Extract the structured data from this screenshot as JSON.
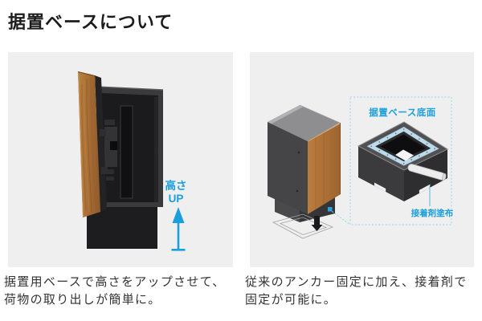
{
  "title": "据置ベースについて",
  "colors": {
    "accent_blue": "#1b9fdc",
    "callout_border_blue": "#90d2f0",
    "panel_background": "#efefef",
    "wood_brown": "#ab6f3a",
    "cabinet_dark": "#3a3a3c"
  },
  "left_panel": {
    "height_up": {
      "line1": "高さ",
      "line2": "UP"
    },
    "caption": {
      "line1": "据置用ベースで高さをアップさせて、",
      "line2": "荷物の取り出しが簡単に。"
    }
  },
  "right_panel": {
    "callout_title": "据置ベース底面",
    "adhesive_label": "接着剤塗布",
    "caption": {
      "line1": "従来のアンカー固定に加え、接着剤で",
      "line2": "固定が可能に。"
    }
  }
}
